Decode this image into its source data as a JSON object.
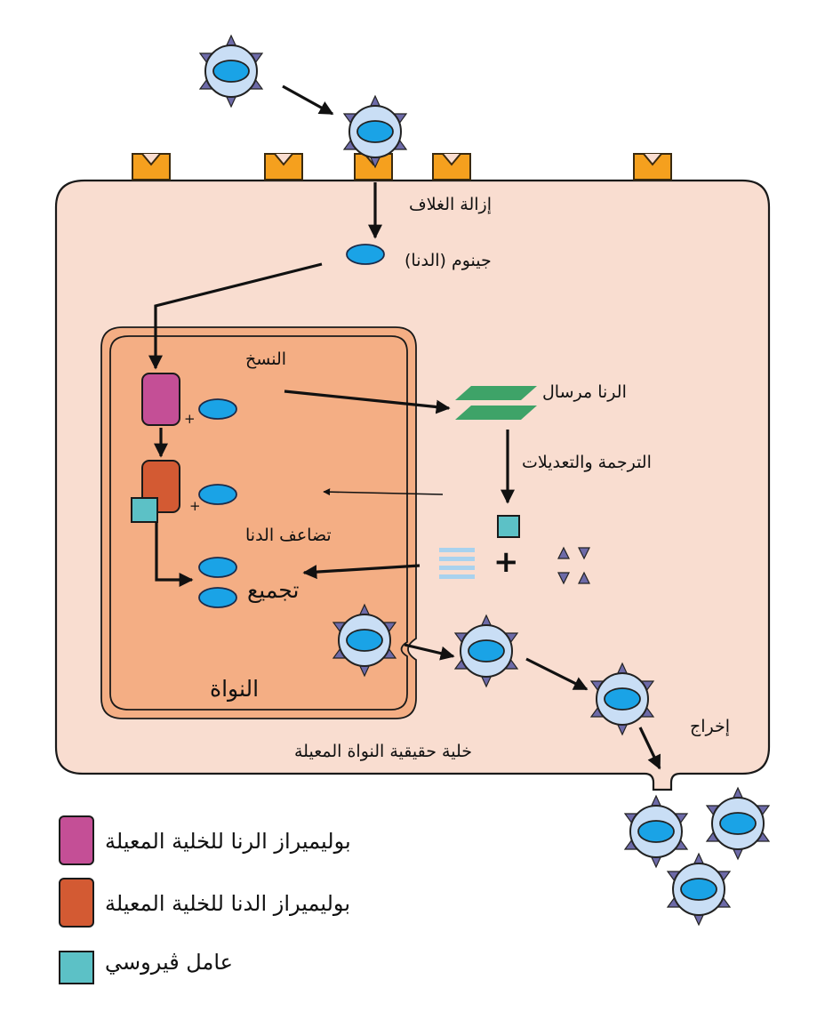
{
  "labels": {
    "uncoating": "إزالة الغلاف",
    "genome": "جينوم (الدنا)",
    "transcription": "النسخ",
    "mrna": "الرنا مرسال",
    "translation": "الترجمة والتعديلات",
    "replication": "تضاعف الدنا",
    "assembly": "تجميع",
    "nucleus": "النواة",
    "release": "إخراج",
    "host_cell": "خلية حقيقية النواة المعيلة",
    "plus": "+"
  },
  "legend": [
    {
      "label": "بوليميراز الرنا للخلية المعيلة",
      "color": "#c44f96"
    },
    {
      "label": "بوليميراز الدنا للخلية المعيلة",
      "color": "#d35a33"
    },
    {
      "label": "عامل ڤيروسي",
      "color": "#5cc1c6"
    }
  ],
  "colors": {
    "cell_fill": "#f9ddd0",
    "nucleus_fill": "#f4ae84",
    "nucleus_border": "#e8a67a",
    "receptor": "#f5a01e",
    "virus_spike": "#6d6aa8",
    "virus_body": "#c9def5",
    "genome": "#1aa3e6",
    "mrna": "#3ea368",
    "protein_stack": "#a9d2ee"
  }
}
